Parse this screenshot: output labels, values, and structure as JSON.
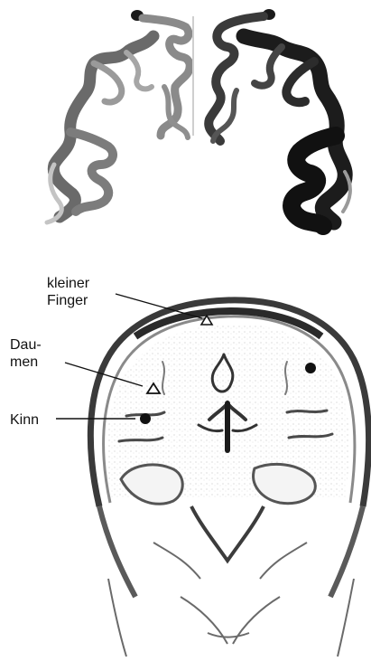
{
  "labels": {
    "little_finger": {
      "line1": "kleiner",
      "line2": "Finger"
    },
    "thumb": {
      "line1": "Dau-",
      "line2": "men"
    },
    "chin": {
      "line1": "Kinn"
    }
  },
  "colors": {
    "ink": "#1a1a1a",
    "mid": "#6e6e6e",
    "light": "#b9b9b9",
    "paper": "#ffffff",
    "marker": "#111111"
  },
  "markers": {
    "top_panel": [
      {
        "type": "dark-cortical-activation",
        "hemisphere": "right"
      },
      {
        "type": "light-cortical-activation",
        "hemisphere": "left"
      }
    ],
    "bottom_panel": [
      {
        "type": "triangle",
        "label": "kleiner Finger"
      },
      {
        "type": "triangle",
        "label": "Daumen"
      },
      {
        "type": "dot",
        "label": "Kinn"
      },
      {
        "type": "dot",
        "hemisphere": "right"
      }
    ]
  }
}
